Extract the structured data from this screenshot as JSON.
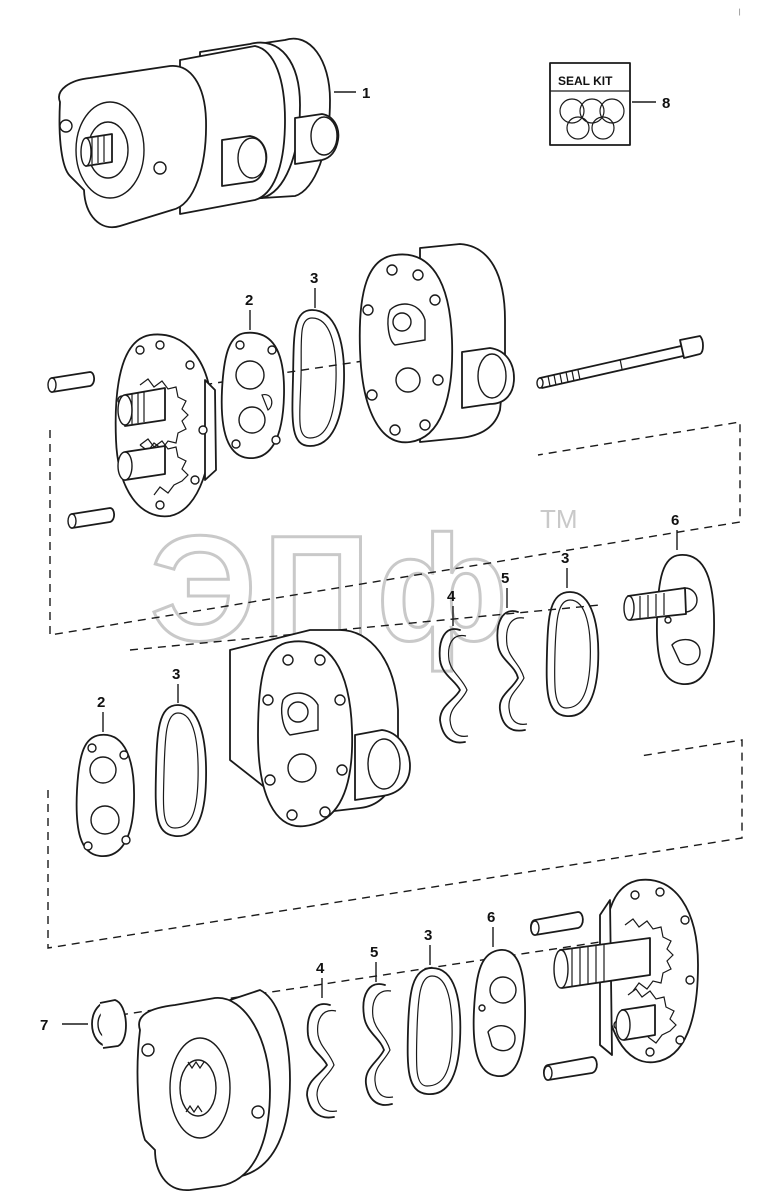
{
  "diagram": {
    "callouts": {
      "c1": "1",
      "c8": "8",
      "c2_top": "2",
      "c3_top": "3",
      "c4_mid": "4",
      "c5_mid": "5",
      "c3_mid_right": "3",
      "c6_mid": "6",
      "c3_mid_left": "3",
      "c2_mid": "2",
      "c4_bot": "4",
      "c5_bot": "5",
      "c3_bot": "3",
      "c6_bot": "6",
      "c7": "7"
    },
    "seal_kit_label": "SEAL KIT",
    "watermark_text": "ЭПф",
    "watermark_mark": "TM"
  }
}
